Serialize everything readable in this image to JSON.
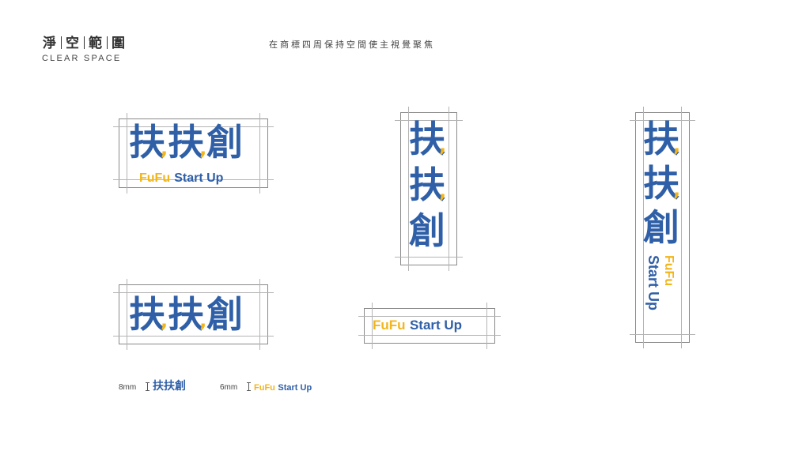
{
  "header": {
    "title_chars": [
      "淨",
      "空",
      "範",
      "圍"
    ],
    "title_en": "CLEAR SPACE",
    "subtitle": "在商標四周保持空間使主視覺聚焦"
  },
  "logo": {
    "char_fu": "扶",
    "char_chuang": "創",
    "comma": ",",
    "fufu": "FuFu",
    "start_up": "Start Up",
    "start": "Start",
    "up": "Up"
  },
  "min_size": {
    "cn_label": "8mm",
    "cn_logo": "扶扶創",
    "en_label": "6mm",
    "en_fufu": "FuFu",
    "en_start_up": "Start Up"
  },
  "colors": {
    "brand_blue": "#2f5fa7",
    "brand_yellow": "#f2b51b",
    "guide_gray": "#8a8a8a"
  }
}
